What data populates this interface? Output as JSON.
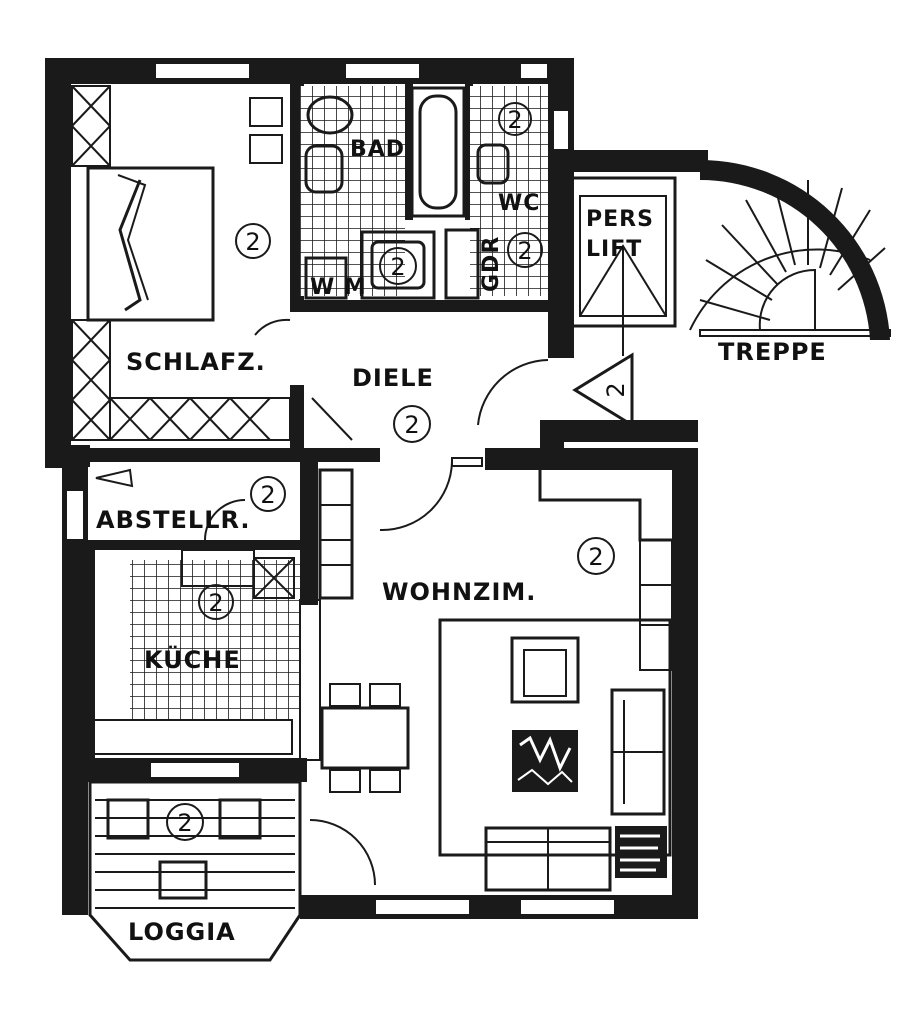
{
  "rooms": {
    "schlafz": "SCHLAFZ.",
    "bad": "BAD",
    "wc": "WC",
    "gdr": "GDR",
    "pers_lift": "PERS\nLIFT",
    "treppe": "TREPPE",
    "diele": "DIELE",
    "abstellr": "ABSTELLR.",
    "kueche": "KÜCHE",
    "wohnzim": "WOHNZIM.",
    "loggia": "LOGGIA",
    "wm": "W M"
  },
  "unit_marker": "2",
  "colors": {
    "ink": "#1a1a1a",
    "paper": "#ffffff"
  }
}
